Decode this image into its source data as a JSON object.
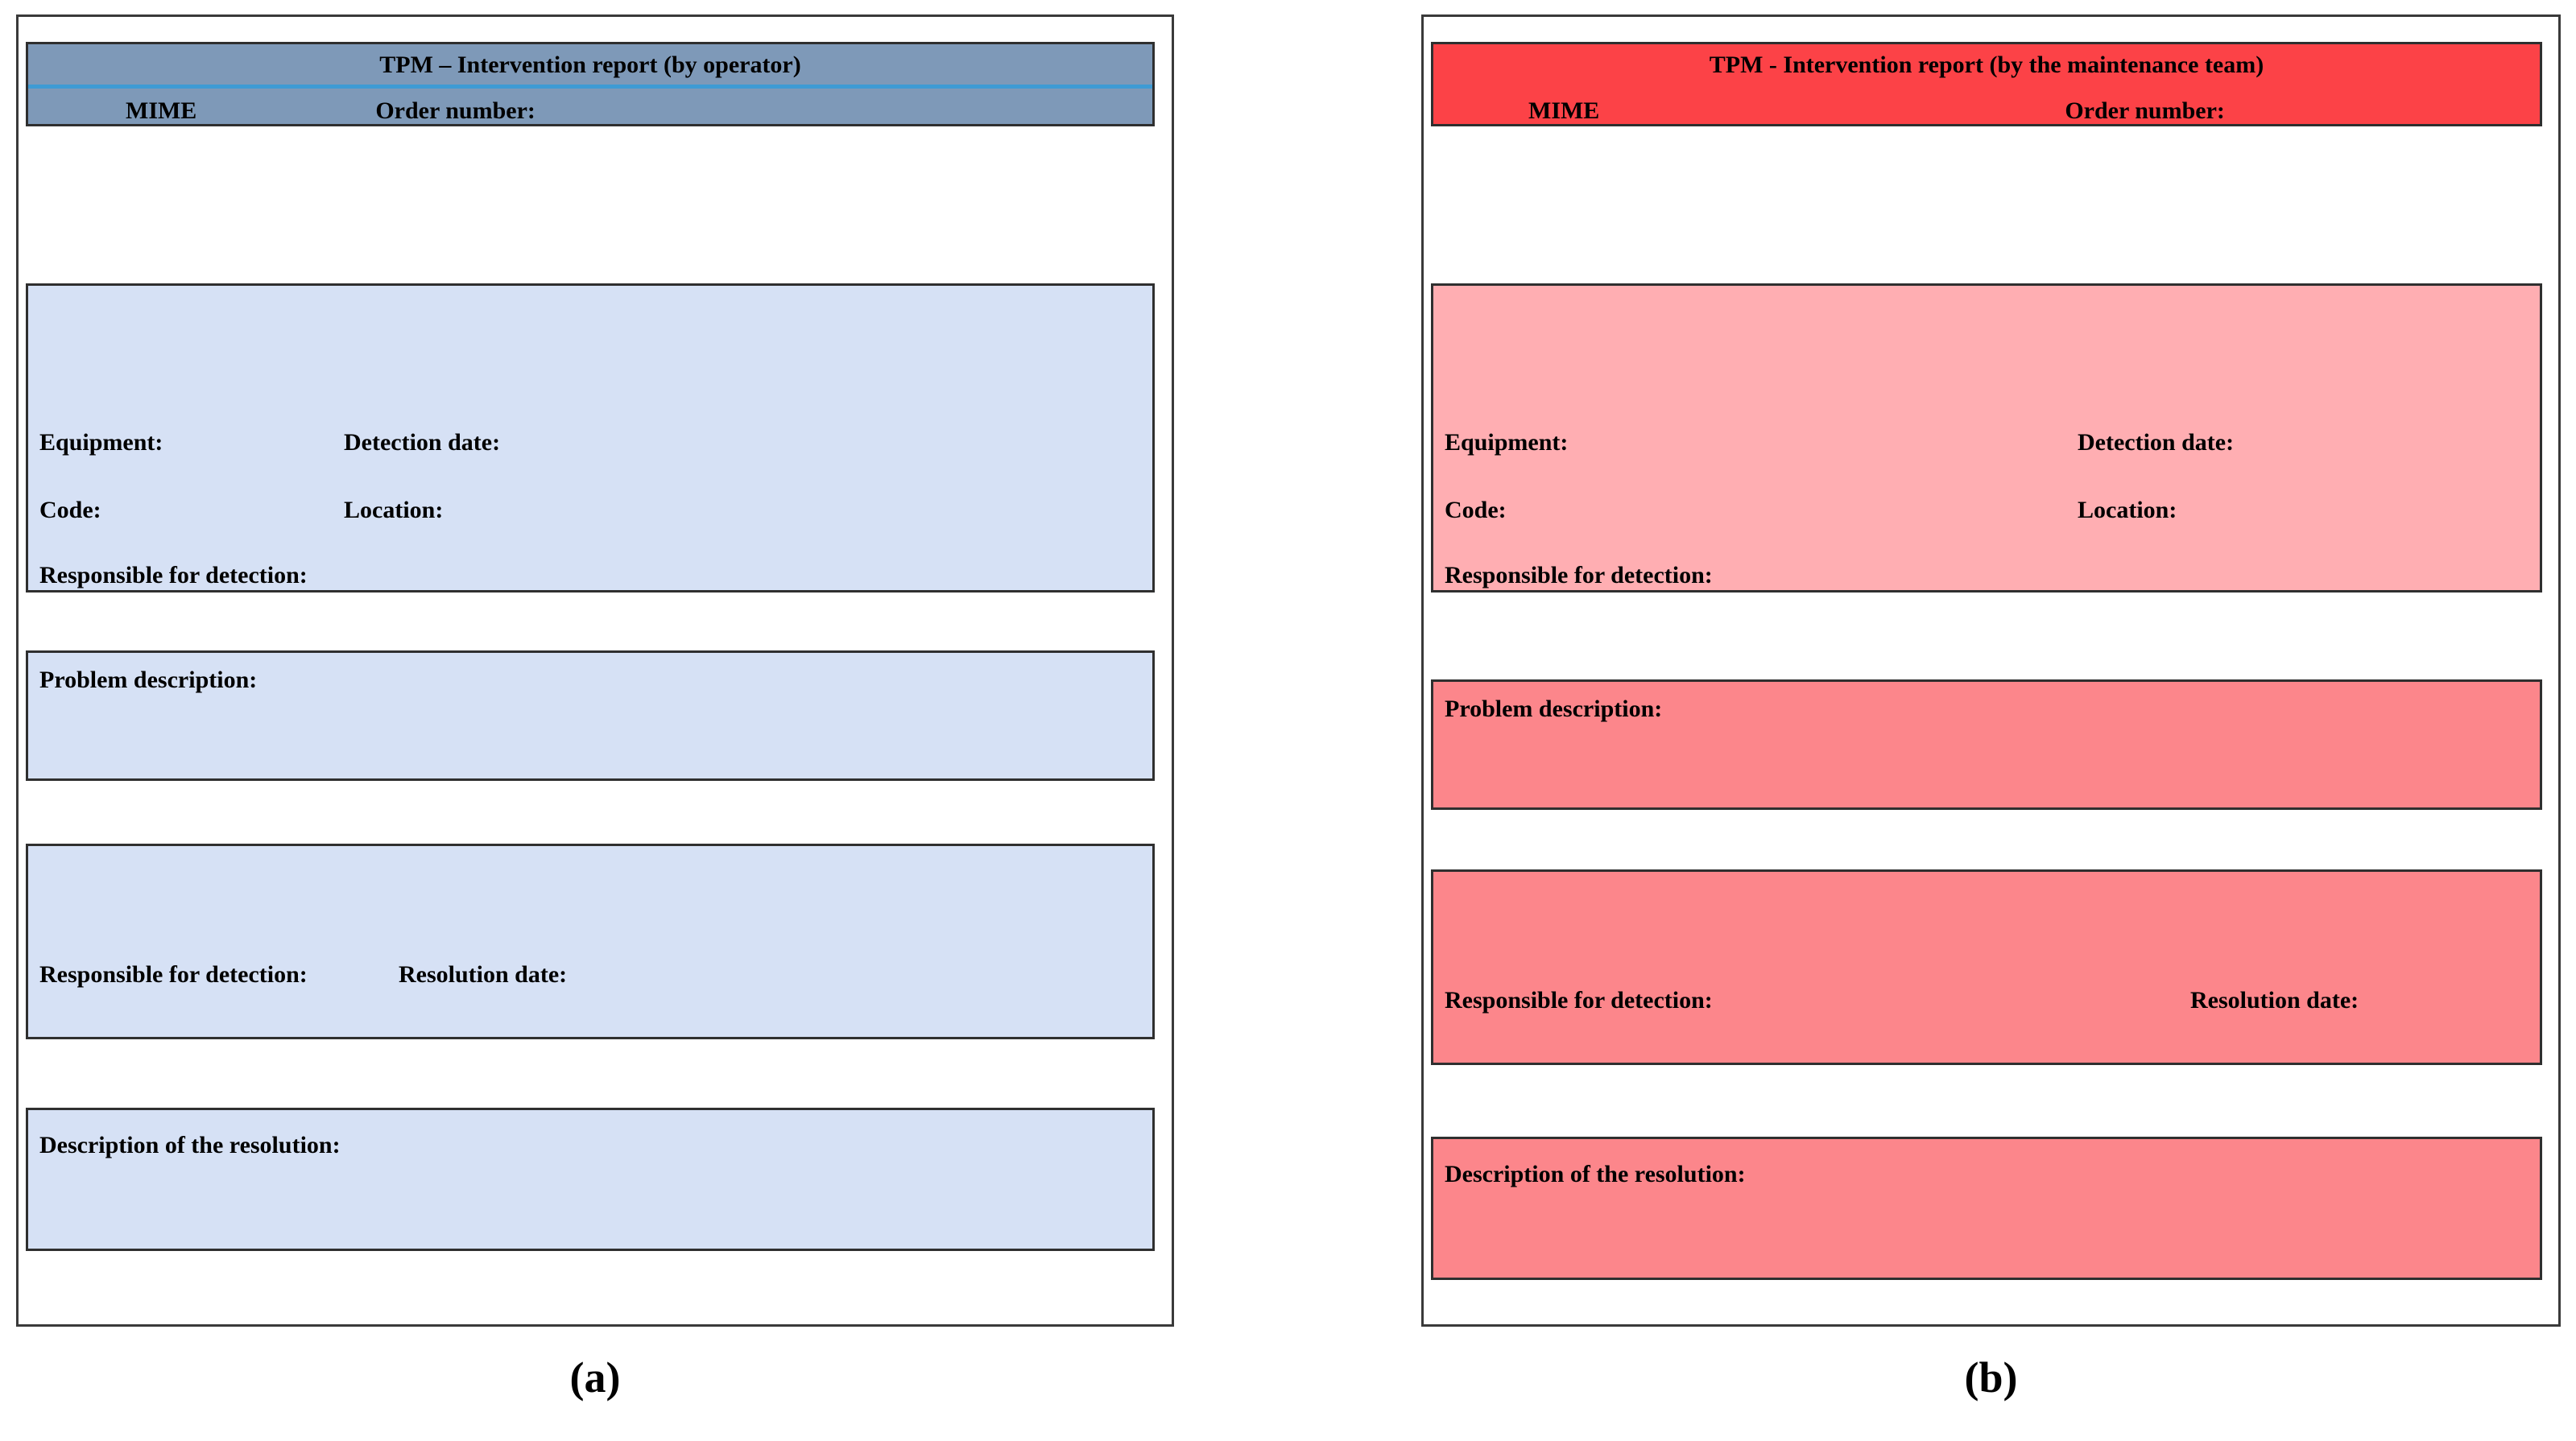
{
  "figure": {
    "panels": [
      {
        "id": "a",
        "caption": "(a)",
        "accent_header": "#7E99B8",
        "accent_divider": "#3E9BD4",
        "accent_body": "#D6E1F5",
        "accent_info": "#D6E1F5",
        "header": {
          "title": "TPM – Intervention report (by operator)",
          "left_label": "MIME",
          "right_label": "Order number:"
        },
        "info": {
          "equipment": "Equipment:",
          "code": "Code:",
          "responsible": "Responsible for detection:",
          "detection_date": "Detection date:",
          "location": "Location:"
        },
        "problem": {
          "label": "Problem description:"
        },
        "resolution_meta": {
          "responsible": "Responsible for detection:",
          "resolution_date": "Resolution date:"
        },
        "resolution": {
          "label": "Description of the resolution:"
        }
      },
      {
        "id": "b",
        "caption": "(b)",
        "accent_header": "#FC4247",
        "accent_divider": "#FC4247",
        "accent_body": "#FC868B",
        "accent_info": "#FFAEB2",
        "header": {
          "title": "TPM - Intervention report (by the maintenance team)",
          "left_label": "MIME",
          "right_label": "Order number:"
        },
        "info": {
          "equipment": "Equipment:",
          "code": "Code:",
          "responsible": "Responsible for detection:",
          "detection_date": "Detection date:",
          "location": "Location:"
        },
        "problem": {
          "label": "Problem description:"
        },
        "resolution_meta": {
          "responsible": "Responsible for detection:",
          "resolution_date": "Resolution date:"
        },
        "resolution": {
          "label": "Description of the resolution:"
        }
      }
    ]
  }
}
